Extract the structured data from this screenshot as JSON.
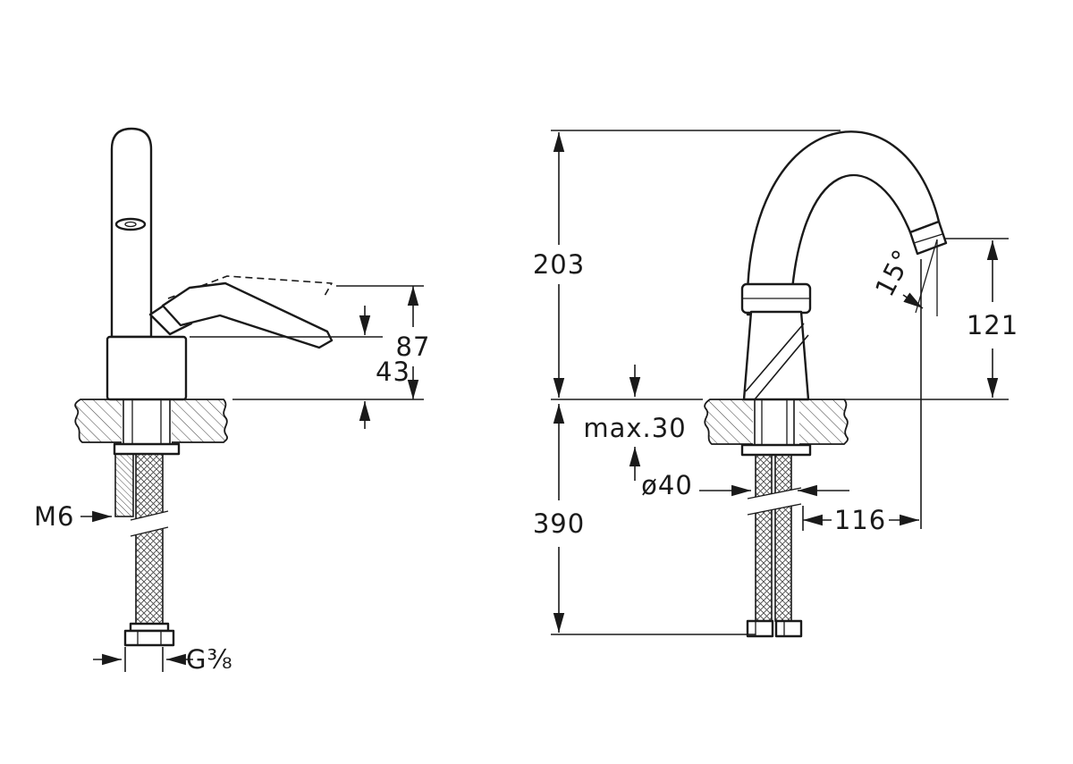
{
  "canvas": {
    "background": "#ffffff",
    "ink": "#1a1a1a"
  },
  "views": {
    "left": {
      "label": "side-view-lever-handle",
      "dims": {
        "d87": "87",
        "d43": "43",
        "m6": "M6",
        "g38": "G⅜"
      }
    },
    "right": {
      "label": "front-view-swan-spout",
      "dims": {
        "d203": "203",
        "d390": "390",
        "max30": "max.30",
        "dia40": "ø40",
        "d116": "116",
        "d121": "121",
        "angle15": "15°"
      }
    }
  }
}
